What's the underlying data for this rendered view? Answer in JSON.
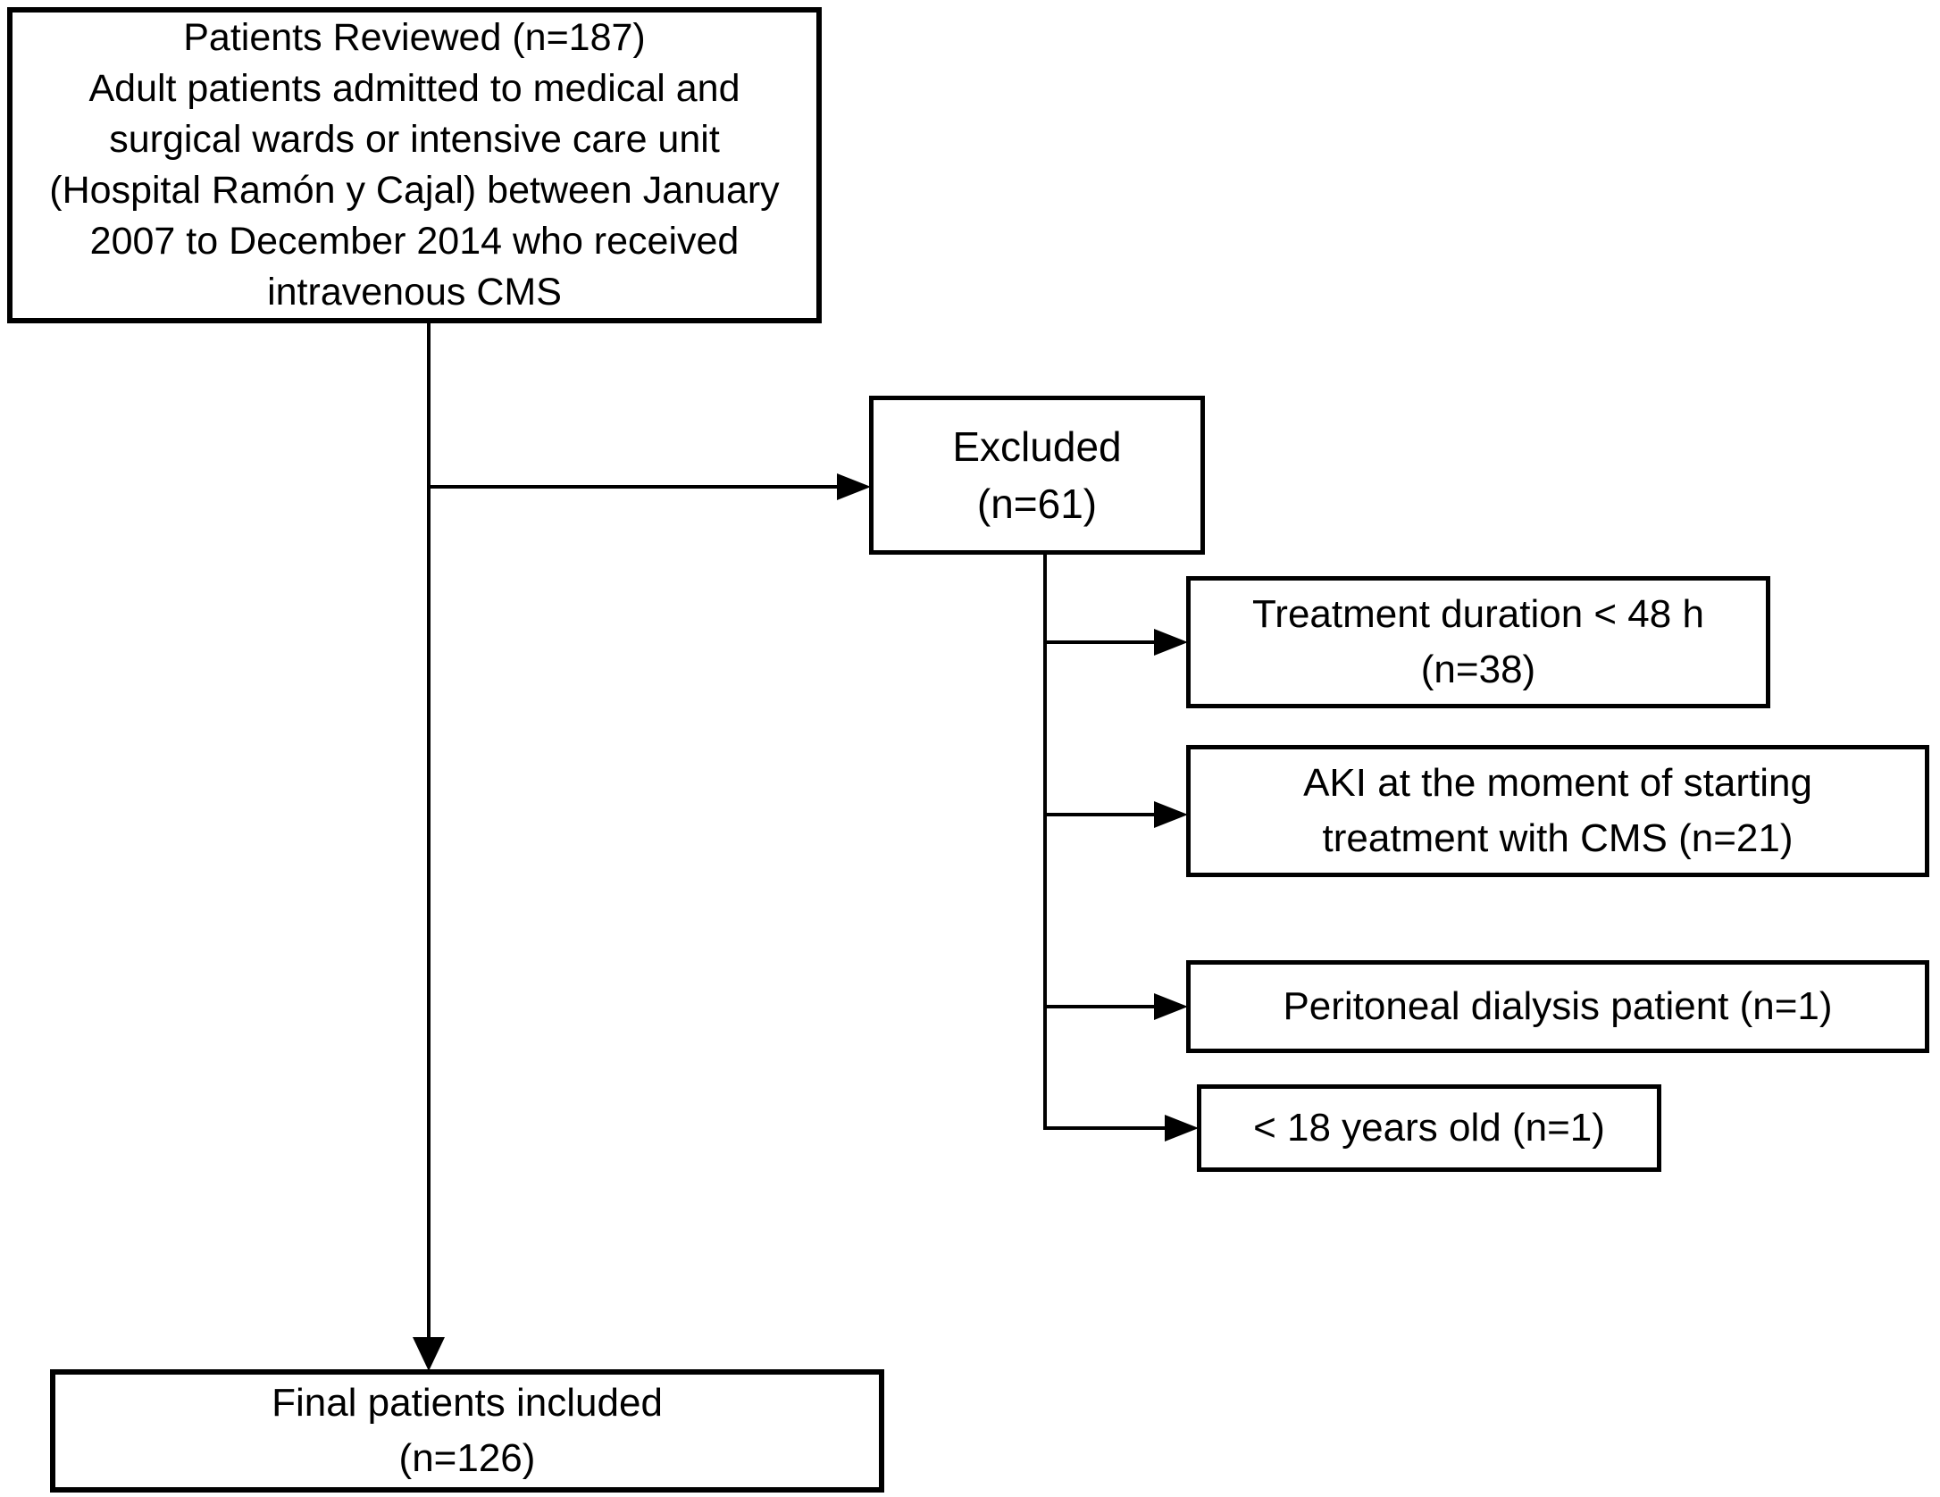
{
  "diagram": {
    "type": "flowchart",
    "colors": {
      "background": "#ffffff",
      "stroke": "#000000",
      "text": "#000000"
    },
    "nodes": {
      "patients_reviewed": {
        "n": 187,
        "lines": [
          "Patients Reviewed (n=187)",
          "Adult patients admitted to medical and",
          "surgical wards or intensive care unit",
          "(Hospital Ramón y Cajal) between January",
          "2007 to December 2014 who received",
          "intravenous CMS"
        ]
      },
      "excluded": {
        "n": 61,
        "lines": [
          "Excluded",
          "(n=61)"
        ]
      },
      "treatment_duration": {
        "n": 38,
        "lines": [
          "Treatment duration < 48 h",
          "(n=38)"
        ]
      },
      "aki": {
        "n": 21,
        "lines": [
          "AKI at the moment of starting",
          "treatment with CMS (n=21)"
        ]
      },
      "peritoneal_dialysis": {
        "n": 1,
        "lines": [
          "Peritoneal dialysis patient (n=1)"
        ]
      },
      "under_18": {
        "n": 1,
        "lines": [
          "< 18 years old (n=1)"
        ]
      },
      "final_included": {
        "n": 126,
        "lines": [
          "Final patients included",
          "(n=126)"
        ]
      }
    },
    "edges": [
      {
        "from": "patients_reviewed",
        "to": "excluded"
      },
      {
        "from": "patients_reviewed",
        "to": "final_included"
      },
      {
        "from": "excluded",
        "to": "treatment_duration"
      },
      {
        "from": "excluded",
        "to": "aki"
      },
      {
        "from": "excluded",
        "to": "peritoneal_dialysis"
      },
      {
        "from": "excluded",
        "to": "under_18"
      }
    ]
  }
}
